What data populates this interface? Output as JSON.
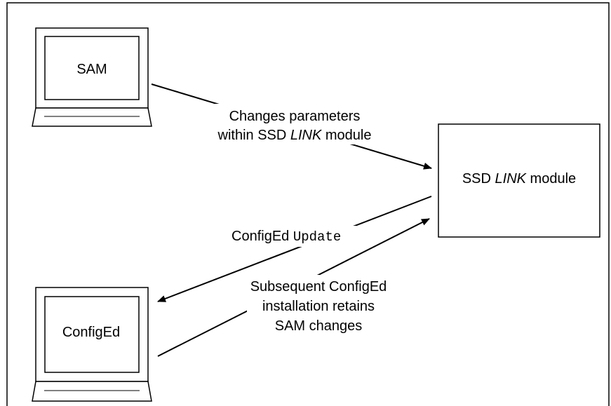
{
  "nodes": {
    "sam": {
      "label": "SAM"
    },
    "configed": {
      "label": "ConfigEd"
    },
    "ssd_module": {
      "label_prefix": "SSD ",
      "label_italic": "LINK",
      "label_suffix": " module"
    }
  },
  "edges": {
    "sam_to_module": {
      "line1": "Changes parameters",
      "line2_prefix": "within SSD ",
      "line2_italic": "LINK",
      "line2_suffix": " module"
    },
    "module_to_configed": {
      "label_text": "ConfigEd ",
      "label_code": "Update"
    },
    "configed_to_module": {
      "line1": "Subsequent ConfigEd",
      "line2": "installation retains",
      "line3": "SAM changes"
    }
  },
  "colors": {
    "stroke": "#000000",
    "fill": "#ffffff",
    "text": "#000000"
  }
}
